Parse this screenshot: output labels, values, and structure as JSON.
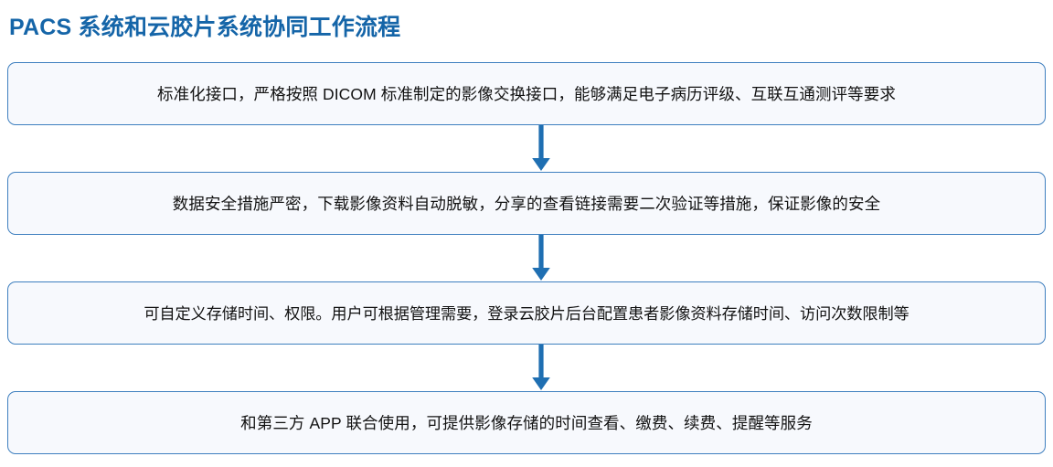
{
  "title": "PACS 系统和云胶片系统协同工作流程",
  "colors": {
    "title": "#1565A8",
    "box_border": "#3E7FBF",
    "box_background": "#F7F9FD",
    "arrow": "#1F6FB2",
    "text": "#121212"
  },
  "flow": {
    "steps": [
      {
        "index": 1,
        "text": "标准化接口，严格按照 DICOM 标准制定的影像交换接口，能够满足电子病历评级、互联互通测评等要求"
      },
      {
        "index": 2,
        "text": "数据安全措施严密，下载影像资料自动脱敏，分享的查看链接需要二次验证等措施，保证影像的安全"
      },
      {
        "index": 3,
        "text": "可自定义存储时间、权限。用户可根据管理需要，登录云胶片后台配置患者影像资料存储时间、访问次数限制等"
      },
      {
        "index": 4,
        "text": "和第三方 APP 联合使用，可提供影像存储的时间查看、缴费、续费、提醒等服务"
      }
    ],
    "connectors": [
      {
        "index": 1,
        "icon": "arrow-down-icon"
      },
      {
        "index": 2,
        "icon": "arrow-down-icon"
      },
      {
        "index": 3,
        "icon": "arrow-down-icon"
      }
    ]
  }
}
